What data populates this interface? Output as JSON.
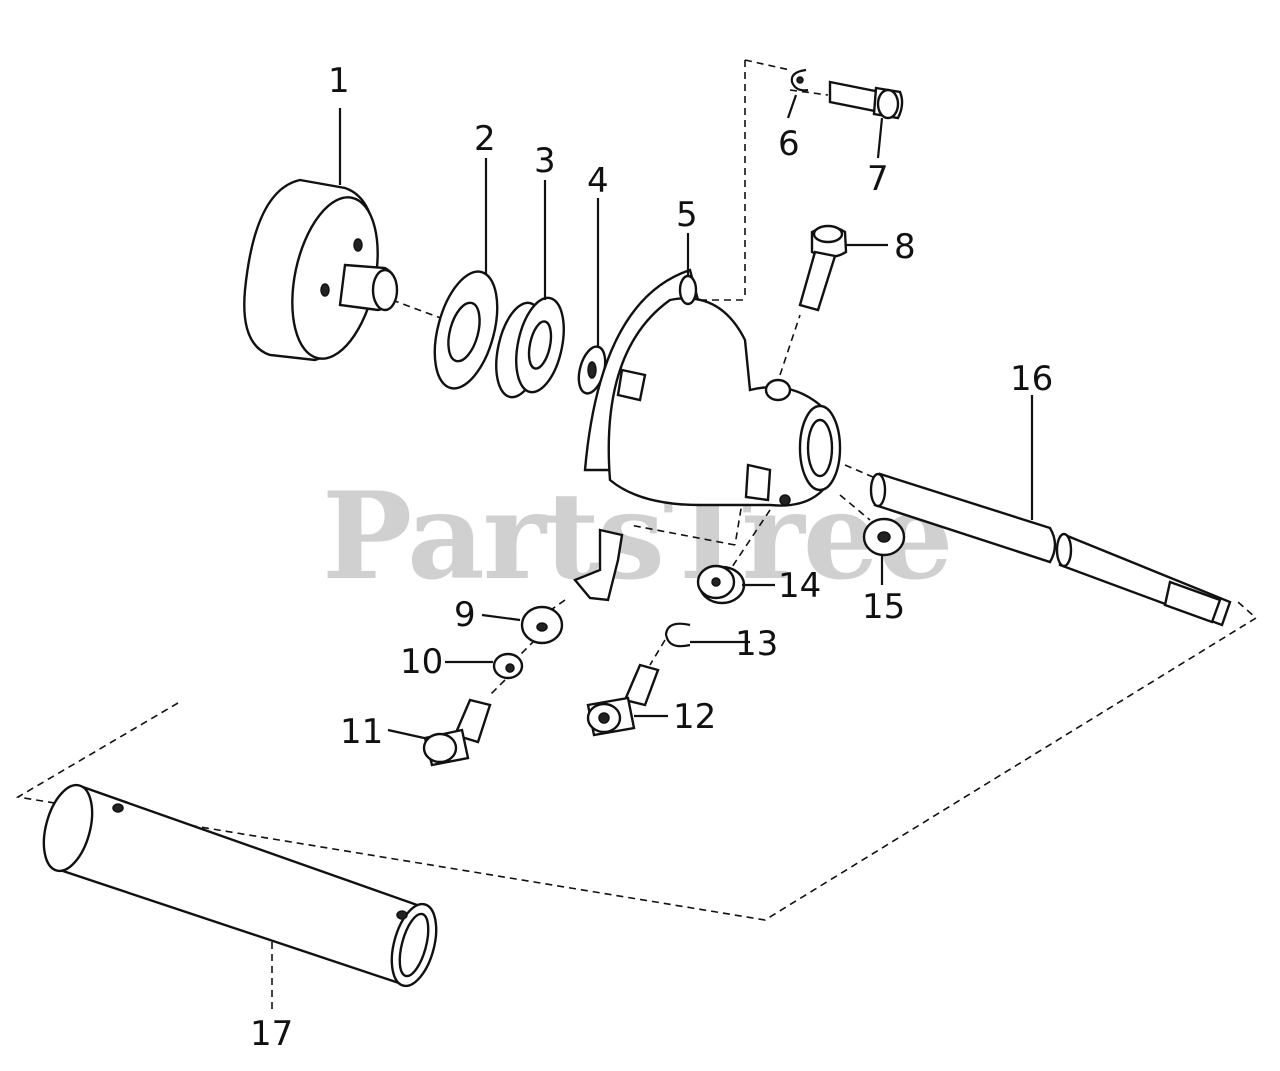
{
  "watermark": "PartsTree",
  "callouts": [
    {
      "id": "1",
      "label": "1"
    },
    {
      "id": "2",
      "label": "2"
    },
    {
      "id": "3",
      "label": "3"
    },
    {
      "id": "4",
      "label": "4"
    },
    {
      "id": "5",
      "label": "5"
    },
    {
      "id": "6",
      "label": "6"
    },
    {
      "id": "7",
      "label": "7"
    },
    {
      "id": "8",
      "label": "8"
    },
    {
      "id": "9",
      "label": "9"
    },
    {
      "id": "10",
      "label": "10"
    },
    {
      "id": "11",
      "label": "11"
    },
    {
      "id": "12",
      "label": "12"
    },
    {
      "id": "13",
      "label": "13"
    },
    {
      "id": "14",
      "label": "14"
    },
    {
      "id": "15",
      "label": "15"
    },
    {
      "id": "16",
      "label": "16"
    },
    {
      "id": "17",
      "label": "17"
    }
  ]
}
